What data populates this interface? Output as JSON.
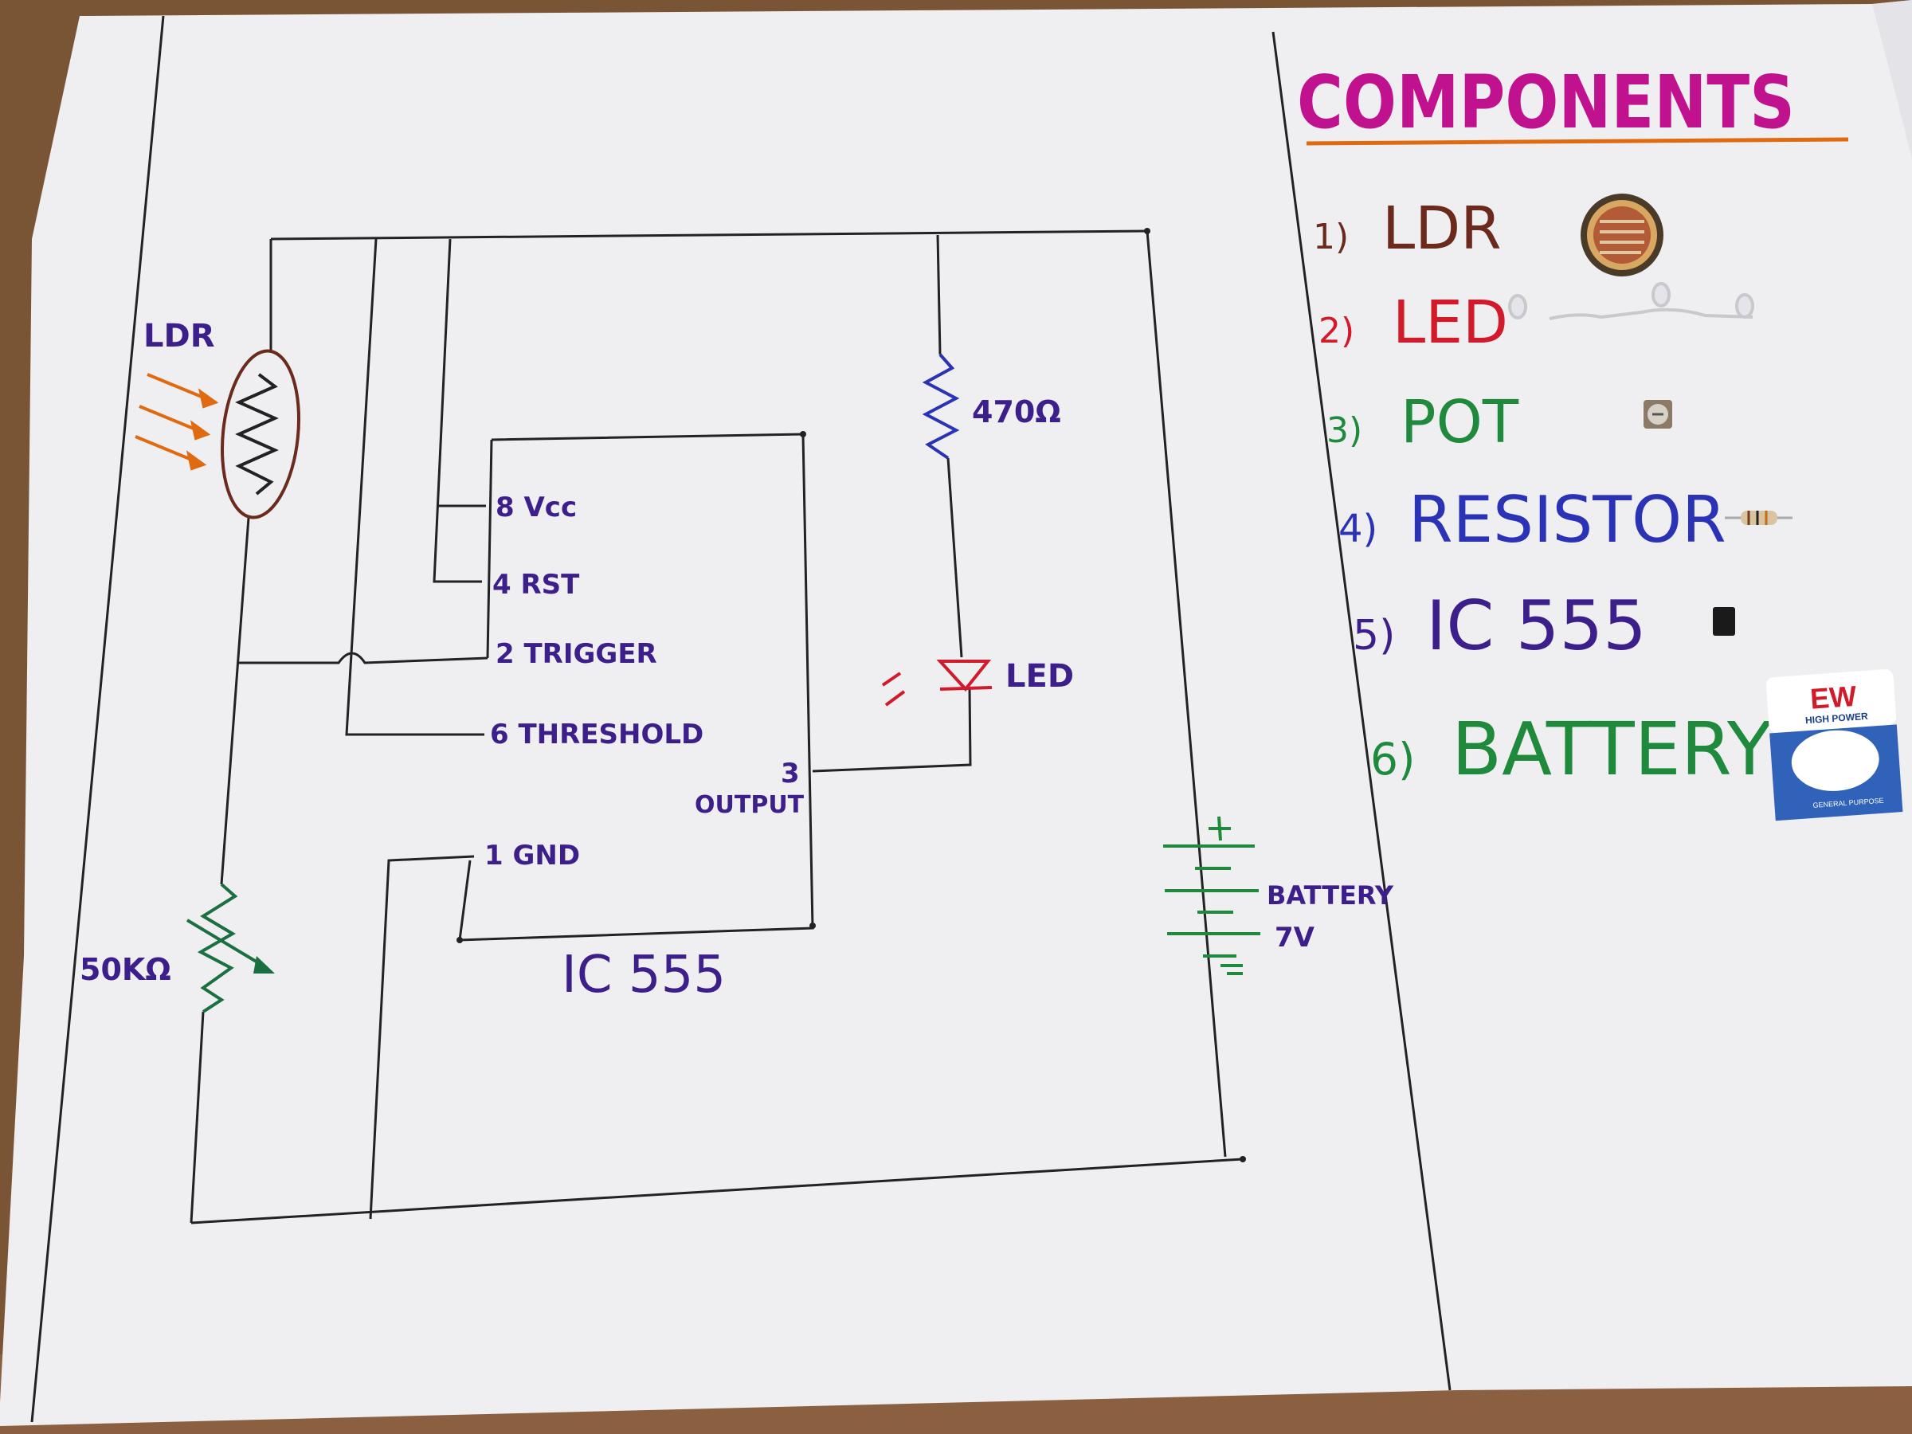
{
  "colors": {
    "table": "#6b4a2e",
    "paper": "#efeef1",
    "wire": "#222222",
    "purple_ink": "#3c1f8a",
    "magenta_ink": "#c0128f",
    "brown_ink": "#6b2a1c",
    "red_ink": "#d11a2a",
    "green_ink": "#1f8a3c",
    "blue_ink": "#2a33b5",
    "orange_ink": "#e06a10"
  },
  "circuit": {
    "ldr_label": "LDR",
    "resistor_label": "470Ω",
    "led_label": "LED",
    "pot_label": "50KΩ",
    "battery_label": "BATTERY",
    "battery_voltage": "7V",
    "ic_title": "IC 555",
    "pins": {
      "vcc": "8  Vcc",
      "rst": "4  RST",
      "trigger": "2 TRIGGER",
      "threshold": "6  THRESHOLD",
      "output_num": "3",
      "output": "OUTPUT",
      "gnd": "1  GND"
    }
  },
  "components_panel": {
    "heading": "COMPONENTS",
    "items": [
      {
        "num": "1)",
        "label": "LDR",
        "color": "#6b2a1c",
        "photo": "ldr-photo"
      },
      {
        "num": "2)",
        "label": "LED",
        "color": "#d11a2a",
        "photo": "led-photo"
      },
      {
        "num": "3)",
        "label": "POT",
        "color": "#1f8a3c",
        "photo": "pot-photo"
      },
      {
        "num": "4)",
        "label": "RESISTOR",
        "color": "#2a33b5",
        "photo": "resistor-photo"
      },
      {
        "num": "5)",
        "label": "IC 555",
        "color": "#3c1f8a",
        "photo": "ic-photo"
      },
      {
        "num": "6)",
        "label": "BATTERY",
        "color": "#1f8a3c",
        "photo": "battery-photo"
      }
    ],
    "battery_brand": "EW",
    "battery_text_1": "HIGH POWER",
    "battery_text_2": "GENERAL PURPOSE"
  }
}
